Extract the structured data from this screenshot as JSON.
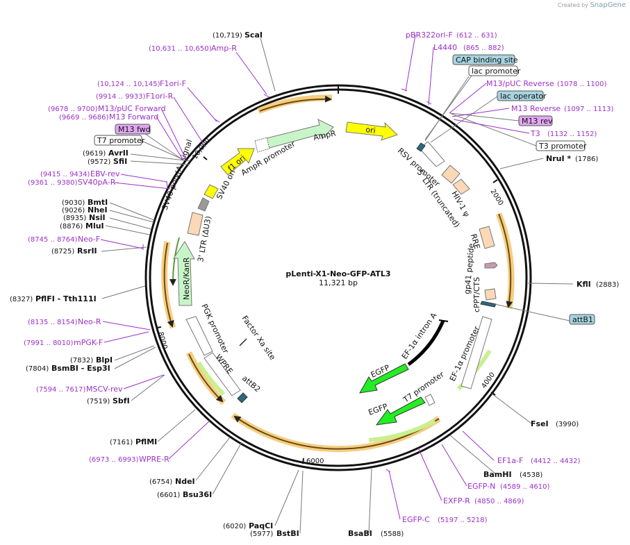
{
  "credit": {
    "prefix": "Created by",
    "brand": "SnapGene"
  },
  "plasmid": {
    "name": "pLenti-X1-Neo-GFP-ATL3",
    "length": "11,321 bp"
  },
  "ticks": [
    "2000",
    "4000",
    "6000",
    "8000",
    "10,000"
  ],
  "features": [
    "ori",
    "AmpR",
    "AmpR promoter",
    "f1 ori",
    "SV40 ori",
    "SV40 poly(A) signal",
    "3' LTR (ΔU3)",
    "NeoR/KanR",
    "PGK promoter",
    "WPRE",
    "attB2",
    "Factor Xa site",
    "EGFP",
    "EGFP",
    "T7 promoter",
    "EF-1α promoter",
    "EF-1α intron A",
    "cPPT/CTS",
    "gp41 peptide",
    "RRE",
    "HIV-1 ψ",
    "5' LTR (truncated)",
    "RSV promoter"
  ],
  "enzymes": [
    {
      "pos": "(10,719)",
      "name": "ScaI"
    },
    {
      "pos": "(9619)",
      "name": "AvrII"
    },
    {
      "pos": "(9572)",
      "name": "SfiI"
    },
    {
      "pos": "(9030)",
      "name": "BmtI"
    },
    {
      "pos": "(9026)",
      "name": "NheI"
    },
    {
      "pos": "(8935)",
      "name": "NsiI"
    },
    {
      "pos": "(8876)",
      "name": "MluI"
    },
    {
      "pos": "(8725)",
      "name": "RsrII"
    },
    {
      "pos": "(8327)",
      "name": "PflFI - Tth111I"
    },
    {
      "pos": "(7832)",
      "name": "BlpI"
    },
    {
      "pos": "(7804)",
      "name": "BsmBI - Esp3I"
    },
    {
      "pos": "(7519)",
      "name": "SbfI"
    },
    {
      "pos": "(7161)",
      "name": "PflMI"
    },
    {
      "pos": "(6754)",
      "name": "NdeI"
    },
    {
      "pos": "(6601)",
      "name": "Bsu36I"
    },
    {
      "pos": "(6020)",
      "name": "PaqCI"
    },
    {
      "pos": "(5977)",
      "name": "BstBI"
    },
    {
      "pos": "(5588)",
      "name": "BsaBI"
    },
    {
      "pos": "(4538)",
      "name": "BamHI"
    },
    {
      "pos": "(3990)",
      "name": "FseI"
    },
    {
      "pos": "(2883)",
      "name": "KflI"
    },
    {
      "pos": "(1786)",
      "name": "NruI *"
    }
  ],
  "primers": [
    {
      "pos": "(10,631 .. 10,650)",
      "name": "Amp-R"
    },
    {
      "pos": "(10,124 .. 10,145)",
      "name": "F1ori-F"
    },
    {
      "pos": "(9914 .. 9933)",
      "name": "F1ori-R"
    },
    {
      "pos": "(9678 .. 9700)",
      "name": "M13/pUC Forward"
    },
    {
      "pos": "(9669 .. 9686)",
      "name": "M13 Forward"
    },
    {
      "pos": "(9415 .. 9434)",
      "name": "EBV-rev"
    },
    {
      "pos": "(9361 .. 9380)",
      "name": "SV40pA-R"
    },
    {
      "pos": "(8745 .. 8764)",
      "name": "Neo-F"
    },
    {
      "pos": "(8135 .. 8154)",
      "name": "Neo-R"
    },
    {
      "pos": "(7991 .. 8010)",
      "name": "mPGK-F"
    },
    {
      "pos": "(7594 .. 7617)",
      "name": "MSCV-rev"
    },
    {
      "pos": "(6973 .. 6993)",
      "name": "WPRE-R"
    },
    {
      "pos": "(612 .. 631)",
      "name": "pBR322ori-F"
    },
    {
      "pos": "(865 .. 882)",
      "name": "L4440"
    },
    {
      "pos": "(1078 .. 1100)",
      "name": "M13/pUC Reverse"
    },
    {
      "pos": "(1097 .. 1113)",
      "name": "M13 Reverse"
    },
    {
      "pos": "(1132 .. 1152)",
      "name": "T3"
    },
    {
      "pos": "(4412 .. 4432)",
      "name": "EF1a-F"
    },
    {
      "pos": "(4589 .. 4610)",
      "name": "EGFP-N"
    },
    {
      "pos": "(4850 .. 4869)",
      "name": "EXFP-R"
    },
    {
      "pos": "(5197 .. 5218)",
      "name": "EGFP-C"
    }
  ],
  "boxes": [
    {
      "name": "M13 fwd",
      "style": "pink"
    },
    {
      "name": "T7 promoter",
      "style": "white"
    },
    {
      "name": "CAP binding site",
      "style": "blue"
    },
    {
      "name": "lac promoter",
      "style": "white"
    },
    {
      "name": "lac operator",
      "style": "blue"
    },
    {
      "name": "M13 rev",
      "style": "pink"
    },
    {
      "name": "T3 promoter",
      "style": "white"
    },
    {
      "name": "attB1",
      "style": "blue"
    }
  ],
  "colors": {
    "primer": "#9b30c9",
    "orf_band": "#f5c46b",
    "ori": "#ffff00",
    "egfp": "#22ee22",
    "ampr": "#c8f5c8",
    "ltr": "#fbd8b6",
    "box_blue": "#a8d4e0",
    "box_pink": "#e0a8f0"
  }
}
